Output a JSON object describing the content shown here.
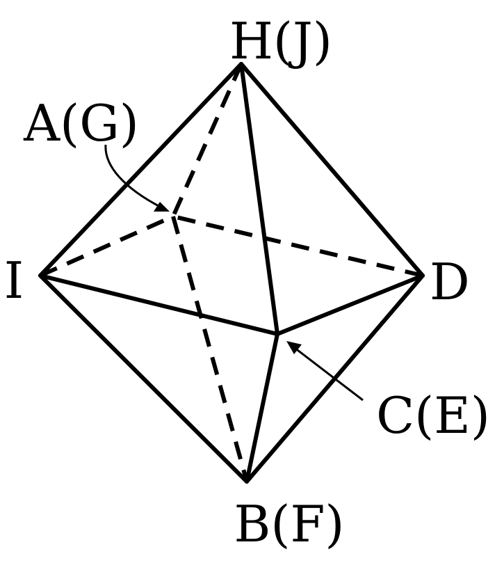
{
  "diagram": {
    "type": "octahedron-net-fold",
    "stroke_color": "#000000",
    "background": "#ffffff",
    "vertices": {
      "top": {
        "label": "H(J)"
      },
      "left": {
        "label": "I"
      },
      "right": {
        "label": "D"
      },
      "bottom": {
        "label": "B(F)"
      },
      "back": {
        "label": "A(G)"
      },
      "front": {
        "label": "C(E)"
      }
    },
    "visible_edges": [
      [
        "top",
        "left"
      ],
      [
        "top",
        "right"
      ],
      [
        "top",
        "front"
      ],
      [
        "left",
        "bottom"
      ],
      [
        "right",
        "bottom"
      ],
      [
        "front",
        "bottom"
      ],
      [
        "left",
        "front"
      ],
      [
        "right",
        "front"
      ]
    ],
    "hidden_edges": [
      [
        "top",
        "back"
      ],
      [
        "left",
        "back"
      ],
      [
        "right",
        "back"
      ],
      [
        "back",
        "bottom"
      ]
    ]
  }
}
